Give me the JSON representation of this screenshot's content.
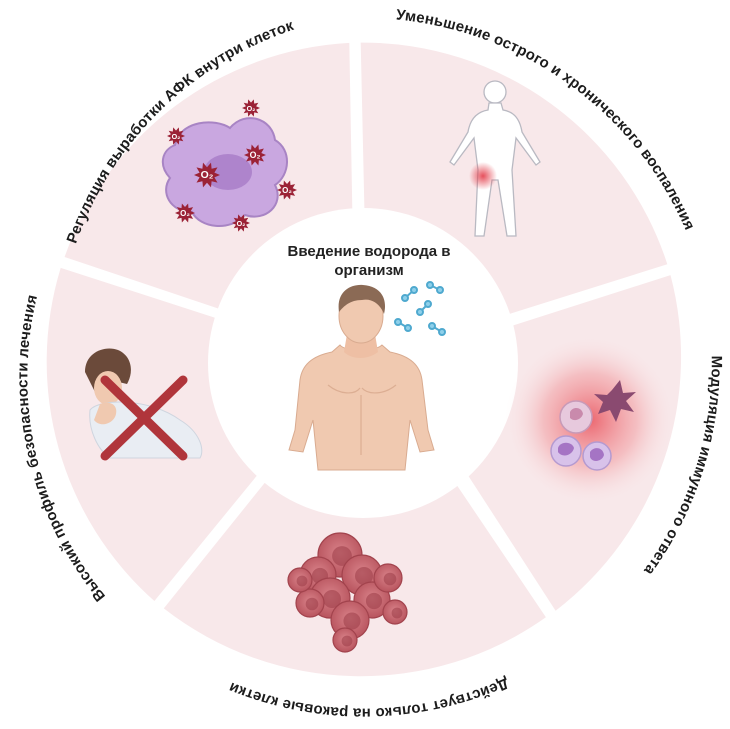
{
  "center": {
    "title_line1": "Введение водорода в",
    "title_line2": "организм"
  },
  "segments": [
    {
      "id": "ros",
      "label": "Регуляция выработки АФК внутри клеток"
    },
    {
      "id": "inflammation",
      "label": "Уменьшение острого и хронического воспаления"
    },
    {
      "id": "immune",
      "label": "Модуляция иммунного ответа"
    },
    {
      "id": "cancer",
      "label": "Действует только на раковые клетки"
    },
    {
      "id": "safety",
      "label": "Высокий профиль безопасности лечения"
    }
  ],
  "ros_badge": "O₂",
  "colors": {
    "segment_fill": "#f8e8ea",
    "segment_fill_light": "#fbf1f2",
    "cell_purple": "#c9a7e0",
    "ros_red": "#9b2236",
    "cross_red": "#b0353b",
    "skin": "#f0c9b0",
    "molecule": "#4fa9cf"
  }
}
